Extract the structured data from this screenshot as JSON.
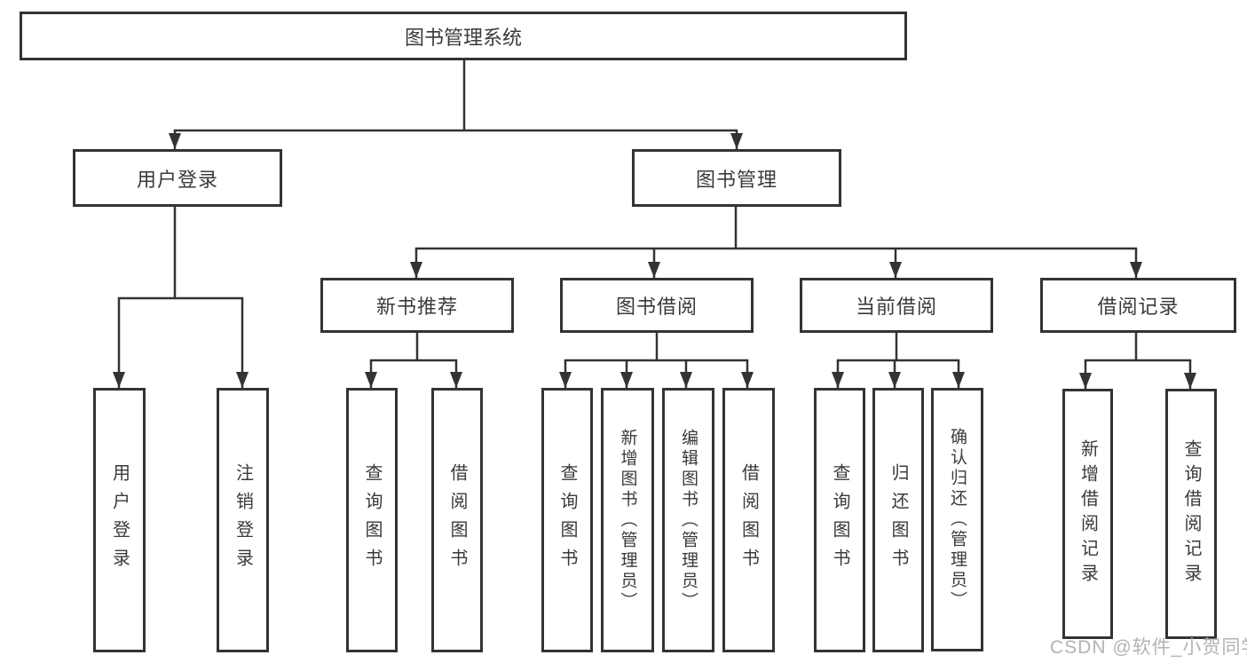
{
  "diagram_title": "图书管理系统",
  "tree": {
    "root": {
      "label": "图书管理系统"
    },
    "branches": [
      {
        "label": "用户登录",
        "children": [
          {
            "label": "用户登录"
          },
          {
            "label": "注销登录"
          }
        ]
      },
      {
        "label": "图书管理",
        "children": [
          {
            "label": "新书推荐",
            "children": [
              {
                "label": "查询图书"
              },
              {
                "label": "借阅图书"
              }
            ]
          },
          {
            "label": "图书借阅",
            "children": [
              {
                "label": "查询图书"
              },
              {
                "label": "新增图书（管理员）"
              },
              {
                "label": "编辑图书（管理员）"
              },
              {
                "label": "借阅图书"
              }
            ]
          },
          {
            "label": "当前借阅",
            "children": [
              {
                "label": "查询图书"
              },
              {
                "label": "归还图书"
              },
              {
                "label": "确认归还（管理员）"
              }
            ]
          },
          {
            "label": "借阅记录",
            "children": [
              {
                "label": "新增借阅记录"
              },
              {
                "label": "查询借阅记录"
              }
            ]
          }
        ]
      }
    ]
  },
  "watermark": {
    "text": "CSDN @软件_小贺同学"
  },
  "colors": {
    "line": "#333333",
    "box_fill": "#ffffff",
    "text": "#3a3a3a",
    "watermark": "#b3b3b3",
    "background": "#ffffff"
  }
}
